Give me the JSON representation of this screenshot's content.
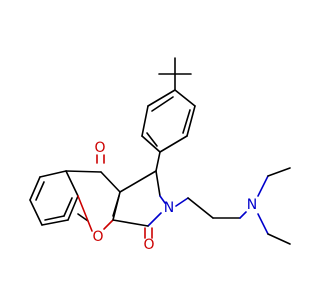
{
  "atoms": {
    "o_ketone": {
      "label": "O"
    },
    "o_ring": {
      "label": "O"
    },
    "o_lactam": {
      "label": "O"
    },
    "n_lactam": {
      "label": "N"
    },
    "n_amine": {
      "label": "N"
    }
  },
  "colors": {
    "carbon": "#000000",
    "oxygen": "#cc0000",
    "nitrogen": "#0000cc",
    "background": "#ffffff"
  }
}
